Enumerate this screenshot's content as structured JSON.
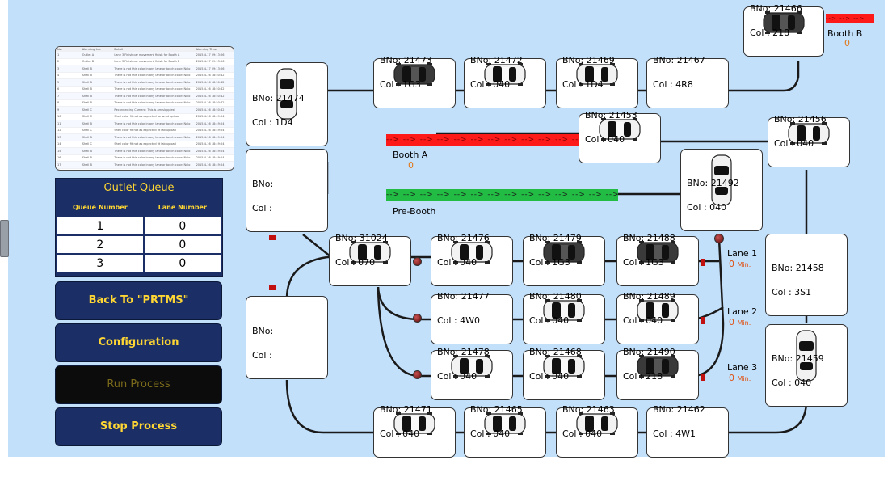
{
  "log_table": {
    "headers": [
      "No.",
      "Alarming Ins.",
      "Detail",
      "Alarming Time"
    ],
    "rows": [
      [
        "1",
        "Outlet A",
        "Lane 3 Finish car movement finish for Booth A",
        "2015-4-17 09:13:26"
      ],
      [
        "2",
        "Outlet B",
        "Lane 3 Finish car movement finish for Booth B",
        "2015-4-17 09:13:26"
      ],
      [
        "3",
        "Shell B",
        "There is not this color in any lane or touch color: Nolo",
        "2015-4-17 09:13:26"
      ],
      [
        "4",
        "Shell B",
        "There is not this color in any lane or touch color: Nolo",
        "2015-4-16 18:50:42"
      ],
      [
        "5",
        "Shell B",
        "There is not this color in any lane or touch color: Nolo",
        "2015-4-16 18:50:42"
      ],
      [
        "6",
        "Shell B",
        "There is not this color in any lane or touch color: Nolo",
        "2015-4-16 18:50:42"
      ],
      [
        "7",
        "Shell B",
        "There is not this color in any lane or touch color: Nolo",
        "2015-4-16 18:50:42"
      ],
      [
        "8",
        "Shell B",
        "There is not this color in any lane or touch color: Nolo",
        "2015-4-16 18:50:42"
      ],
      [
        "9",
        "Shell C",
        "Reconnecting Camera: This is am sloppiest",
        "2015-4-16 18:50:42"
      ],
      [
        "10",
        "Shell C",
        "Shell color fit not as expected for wrist upload",
        "2015-4-16 18:49:24"
      ],
      [
        "11",
        "Shell B",
        "There is not this color in any lane or touch color: Nolo",
        "2015-4-16 18:49:24"
      ],
      [
        "12",
        "Shell C",
        "Shell color fit not as expected fit lab upload",
        "2015-4-16 18:49:24"
      ],
      [
        "13",
        "Shell B",
        "There is not this color in any lane or touch color: Nolo",
        "2015-4-16 18:49:24"
      ],
      [
        "14",
        "Shell C",
        "Shell color fit not as expected fit lab upload",
        "2015-4-16 18:49:24"
      ],
      [
        "15",
        "Shell B",
        "There is not this color in any lane or touch color: Nolo",
        "2015-4-16 18:49:24"
      ],
      [
        "16",
        "Shell B",
        "There is not this color in any lane or touch color: Nolo",
        "2015-4-16 18:49:24"
      ],
      [
        "17",
        "Shell B",
        "There is not this color in any lane or touch color: Nolo",
        "2015-4-16 18:49:24"
      ]
    ]
  },
  "outlet_queue": {
    "title": "Outlet Queue",
    "col_queue": "Queue Number",
    "col_lane": "Lane Number",
    "rows": [
      {
        "queue": "1",
        "lane": "0"
      },
      {
        "queue": "2",
        "lane": "0"
      },
      {
        "queue": "3",
        "lane": "0"
      }
    ]
  },
  "buttons": {
    "back": "Back To \"PRTMS\"",
    "configuration": "Configuration",
    "run": "Run Process",
    "stop": "Stop Process"
  },
  "labels": {
    "bno": "BNo:",
    "col": "Col :",
    "booth_a": "Booth A",
    "booth_a_count": "0",
    "booth_b": "Booth B",
    "booth_b_count": "0",
    "pre_booth": "Pre-Booth",
    "booth_a_arrows": "--> --> --> --> --> --> --> --> --> --> --> --> --> -->",
    "pre_booth_arrows": "--> --> --> --> --> --> --> --> --> --> --> --> --> -->",
    "booth_b_arrows": "--> --> -->",
    "lane1": "Lane 1",
    "lane2": "Lane 2",
    "lane3": "Lane 3",
    "lane1_value": "0",
    "lane2_value": "0",
    "lane3_value": "0",
    "min": "Min."
  },
  "colors": {
    "accent_navy": "#1b2f66",
    "accent_yellow": "#ffd633",
    "booth_a_bar": "#ff1a1a",
    "pre_booth_bar": "#22bb44",
    "background": "#c3e0fb"
  },
  "cars": {
    "c21474": {
      "bno": "21474",
      "col": "1D4"
    },
    "c21473": {
      "bno": "21473",
      "col": "1G3"
    },
    "c21472": {
      "bno": "21472",
      "col": "040"
    },
    "c21469": {
      "bno": "21469",
      "col": "1D4"
    },
    "c21467": {
      "bno": "21467",
      "col": "4R8"
    },
    "c21466": {
      "bno": "21466",
      "col": "218"
    },
    "c21453": {
      "bno": "21453",
      "col": "040"
    },
    "c21456": {
      "bno": "21456",
      "col": "040"
    },
    "c21492": {
      "bno": "21492",
      "col": "040"
    },
    "c31024": {
      "bno": "31024",
      "col": "070"
    },
    "c21476": {
      "bno": "21476",
      "col": "040"
    },
    "c21479": {
      "bno": "21479",
      "col": "1G3"
    },
    "c21488": {
      "bno": "21488",
      "col": "1G3"
    },
    "c21477": {
      "bno": "21477",
      "col": "4W0"
    },
    "c21480": {
      "bno": "21480",
      "col": "040"
    },
    "c21489": {
      "bno": "21489",
      "col": "040"
    },
    "c21478": {
      "bno": "21478",
      "col": "040"
    },
    "c21468": {
      "bno": "21468",
      "col": "040"
    },
    "c21490": {
      "bno": "21490",
      "col": "218"
    },
    "c21458": {
      "bno": "21458",
      "col": "3S1"
    },
    "c21459": {
      "bno": "21459",
      "col": "040"
    },
    "c21471": {
      "bno": "21471",
      "col": "040"
    },
    "c21465": {
      "bno": "21465",
      "col": "040"
    },
    "c21463": {
      "bno": "21463",
      "col": "040"
    },
    "c21462": {
      "bno": "21462",
      "col": "4W1"
    }
  }
}
